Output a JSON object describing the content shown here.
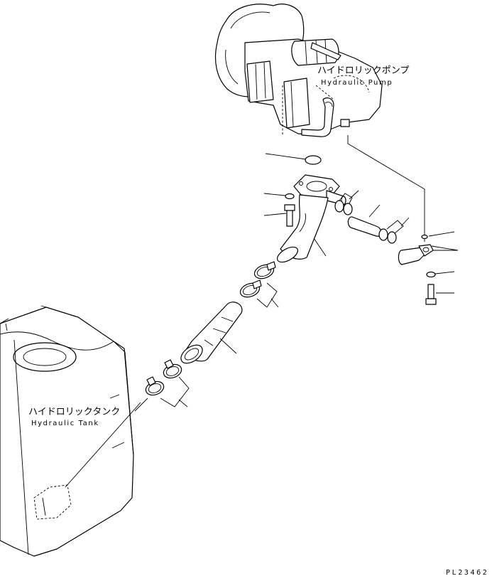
{
  "labels": {
    "pump_jp": "ハイドロリックポンプ",
    "pump_en": "Hydraulic Pump",
    "tank_jp": "ハイドロリックタンク",
    "tank_en": "Hydraulic Tank",
    "drawing_code": "PL23462"
  }
}
